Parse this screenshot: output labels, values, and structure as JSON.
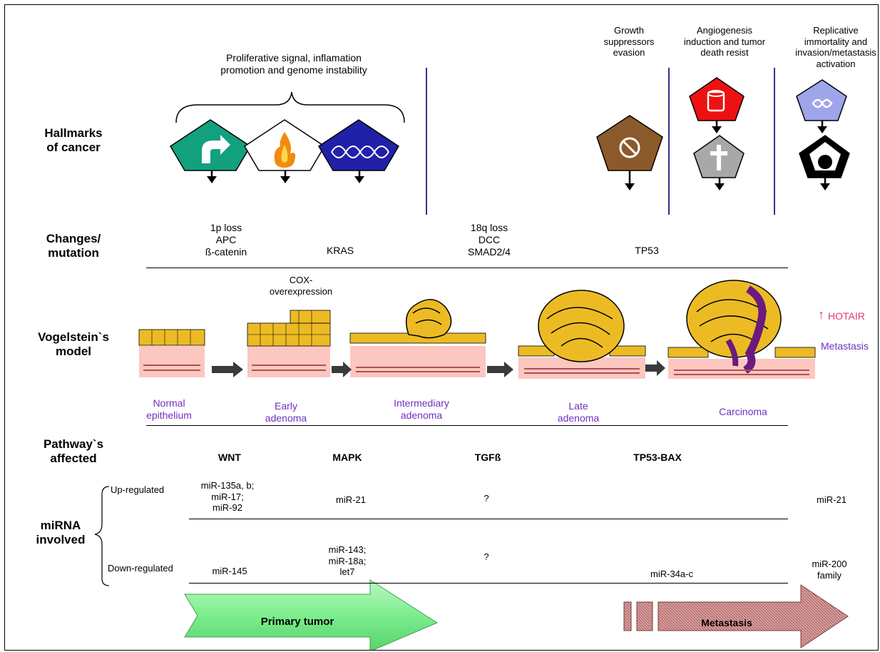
{
  "hallmarks": {
    "label": "Hallmarks\nof cancer",
    "group1": "Proliferative signal, inflamation\npromotion and genome instability",
    "growth": "Growth\nsuppressors\nevasion",
    "angio": "Angiogenesis\ninduction and tumor\ndeath resist",
    "replicative": "Replicative\nimmortality and\ninvasion/metastasis\nactivation"
  },
  "changes": {
    "label": "Changes/\nmutation",
    "m1": "1p loss\nAPC\nß-catenin",
    "m2": "KRAS",
    "m3": "18q loss\nDCC\nSMAD2/4",
    "m4": "TP53"
  },
  "model": {
    "label": "Vogelstein`s\nmodel",
    "cox": "COX-\noverexpression",
    "hotair_arrow": "↑",
    "hotair": "HOTAIR",
    "metastasis": "Metastasis",
    "stages": [
      "Normal\nepithelium",
      "Early\nadenoma",
      "Intermediary\nadenoma",
      "Late\nadenoma",
      "Carcinoma"
    ]
  },
  "pathways": {
    "label": "Pathway`s\naffected",
    "items": [
      "WNT",
      "MAPK",
      "TGFß",
      "TP53-BAX"
    ]
  },
  "mirna": {
    "label": "miRNA\ninvolved",
    "up_label": "Up-regulated",
    "down_label": "Down-regulated",
    "up": [
      "miR-135a, b;\nmiR-17;\nmiR-92",
      "miR-21",
      "?",
      "miR-21"
    ],
    "down": [
      "miR-145",
      "miR-143;\nmiR-18a;\nlet7",
      "?",
      "miR-34a-c",
      "miR-200\nfamily"
    ]
  },
  "arrows": {
    "primary": "Primary tumor",
    "metastasis": "Metastasis"
  },
  "colors": {
    "teal": "#12a07e",
    "brown": "#8a5a2a",
    "red": "#ee1111",
    "gray": "#a8a8a8",
    "lavender": "#9fa5ea",
    "blue": "#2020a8",
    "tissue": "#fbc7c0",
    "cells": "#ecbb24",
    "green_arrow": "#7ded8d",
    "pink_arrow": "#d48f8f",
    "purple_text": "#7030c0",
    "hotair": "#e23a7a"
  }
}
